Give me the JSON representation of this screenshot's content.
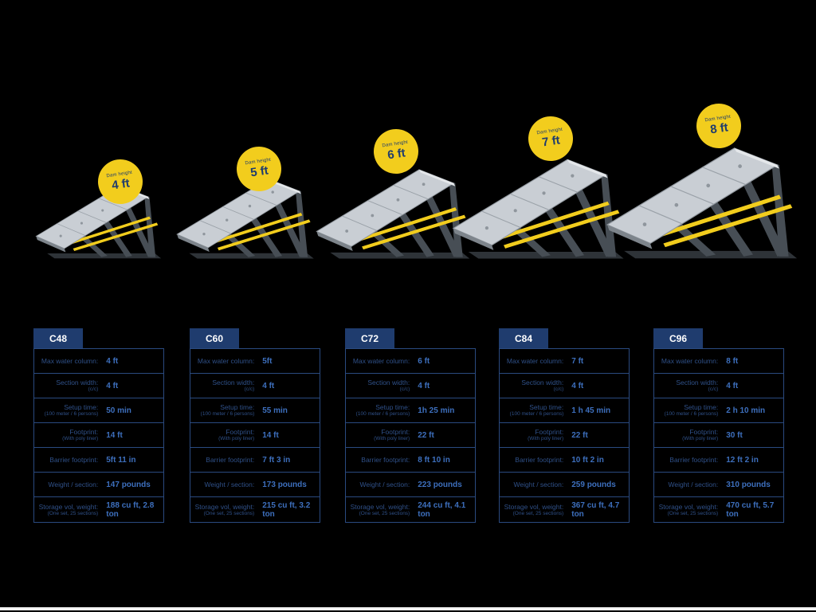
{
  "page": {
    "background_color": "#000000"
  },
  "colors": {
    "navy": "#1f3c6e",
    "border_blue": "#2a4a80",
    "label_blue": "#2f5088",
    "value_blue": "#3d6fbd",
    "badge_yellow": "#f2cd1d",
    "panel_gray": "#c9ced4",
    "frame_gray": "#474e55"
  },
  "badge": {
    "label": "Dam height"
  },
  "spec_rows": [
    {
      "label": "Max water column:",
      "sub": ""
    },
    {
      "label": "Section width:",
      "sub": "(c/c)"
    },
    {
      "label": "Setup time:",
      "sub": "(100 meter / 6 persons)"
    },
    {
      "label": "Footprint:",
      "sub": "(With poly liner)"
    },
    {
      "label": "Barrier footprint:",
      "sub": ""
    },
    {
      "label": "Weight / section:",
      "sub": ""
    },
    {
      "label": "Storage vol, weight:",
      "sub": "(One set, 25 sections)"
    }
  ],
  "products": [
    {
      "model": "C48",
      "dam_height": "4 ft",
      "values": [
        "4 ft",
        "4 ft",
        "50 min",
        "14 ft",
        "5ft 11 in",
        "147 pounds",
        "188 cu ft, 2.8 ton"
      ]
    },
    {
      "model": "C60",
      "dam_height": "5 ft",
      "values": [
        "5ft",
        "4 ft",
        "55 min",
        "14 ft",
        "7 ft 3 in",
        "173 pounds",
        "215 cu ft, 3.2 ton"
      ]
    },
    {
      "model": "C72",
      "dam_height": "6 ft",
      "values": [
        "6 ft",
        "4 ft",
        "1h 25 min",
        "22 ft",
        "8 ft 10 in",
        "223 pounds",
        "244 cu ft, 4.1 ton"
      ]
    },
    {
      "model": "C84",
      "dam_height": "7 ft",
      "values": [
        "7 ft",
        "4 ft",
        "1 h 45 min",
        "22 ft",
        "10 ft 2 in",
        "259 pounds",
        "367 cu ft, 4.7 ton"
      ]
    },
    {
      "model": "C96",
      "dam_height": "8 ft",
      "values": [
        "8 ft",
        "4 ft",
        "2 h 10 min",
        "30 ft",
        "12 ft 2 in",
        "310 pounds",
        "470 cu ft, 5.7 ton"
      ]
    }
  ]
}
